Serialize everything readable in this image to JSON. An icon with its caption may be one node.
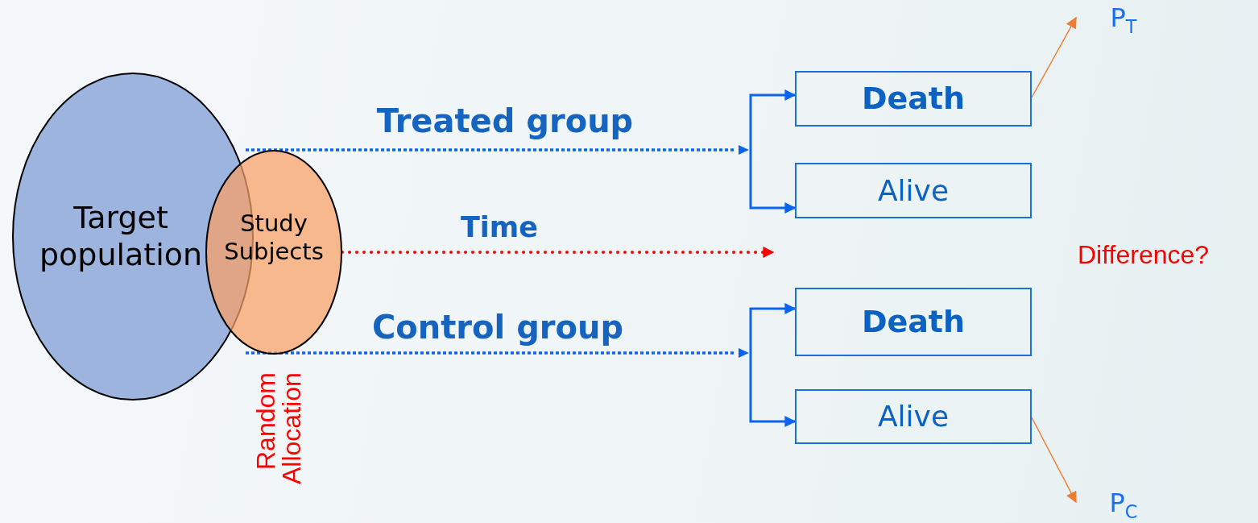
{
  "diagram": {
    "nodes": [
      {
        "text": [
          "Target population"
        ]
      },
      {
        "text": [
          "Study Subjects"
        ]
      },
      {
        "text": [
          "Death"
        ]
      },
      {
        "text": [
          "Alive"
        ]
      },
      {
        "text": [
          "Death"
        ]
      },
      {
        "text": [
          "Alive"
        ]
      },
      {
        "text": [
          "P$_{T}$"
        ]
      },
      {
        "text": [
          "P$_{C}$"
        ]
      }
    ],
    "edges": [
      {
        "from": 1,
        "to": 2,
        "arrow": "to",
        "label": "Treated group",
        "style": "dashed"
      },
      {
        "from": 1,
        "to": 3,
        "arrow": "to",
        "style": "dashed"
      },
      {
        "from": 1,
        "to": null,
        "arrow": "to",
        "label": "Time",
        "style": "dashed",
        "color": "#ff0000"
      },
      {
        "from": 1,
        "to": 4,
        "arrow": "to",
        "label": "Control group",
        "style": "dashed"
      },
      {
        "from": 1,
        "to": 5,
        "arrow": "to",
        "style": "dashed"
      },
      {
        "from": 2,
        "to": 6,
        "arrow": "to",
        "color": "#ed7d31"
      },
      {
        "from": 5,
        "to": 7,
        "arrow": "to",
        "color": "#ed7d31"
      }
    ],
    "labels": [
      "Difference?",
      "Random Allocation"
    ]
  }
}
